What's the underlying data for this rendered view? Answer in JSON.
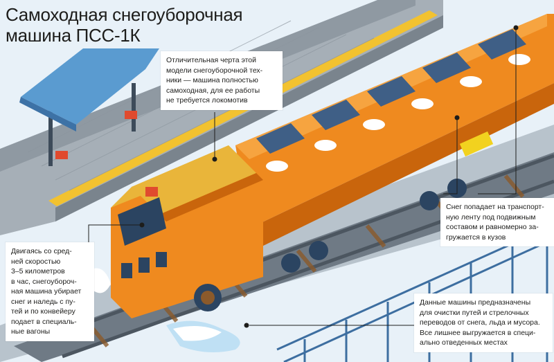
{
  "title": {
    "line1": "Самоходная снегоуборочная",
    "line2": "машина ПСС-1К"
  },
  "callouts": {
    "feature": {
      "lines": [
        "Отличительная черта этой",
        "модели снегоуборочной тех-",
        "ники — машина полностью",
        "самоходная, для ее работы",
        "не требуется локомотив"
      ]
    },
    "conveyor": {
      "lines": [
        "Снег попадает на транспорт-",
        "ную ленту под подвижным",
        "составом и равномерно за-",
        "гружается в кузов"
      ]
    },
    "speed": {
      "lines": [
        "Двигаясь со сред-",
        "ней скоростью",
        "3–5 километров",
        "в час, снегоубороч-",
        "ная машина убирает",
        "снег и наледь с пу-",
        "тей и по конвейеру",
        "подает в специаль-",
        "ные вагоны"
      ]
    },
    "purpose": {
      "lines": [
        "Данные машины предназначены",
        "для очистки путей и стрелочных",
        "переводов от снега, льда и мусора.",
        "Все лишнее выгружается в специ-",
        "ально отведенных местах"
      ]
    }
  },
  "colors": {
    "background": "#e8f1f8",
    "platform": "#9aa3ab",
    "platform_edge": "#f2c230",
    "track_bed": "#6f7a85",
    "rail": "#505a64",
    "orange": "#ef8a1f",
    "orange_dark": "#c9650c",
    "cab_yellow": "#e9b53a",
    "steel_blue": "#3f5f86",
    "steel_dark": "#2b4461",
    "snow": "#ffffff",
    "snow_blue": "#bfe0f4",
    "fence": "#3d6ea0"
  }
}
